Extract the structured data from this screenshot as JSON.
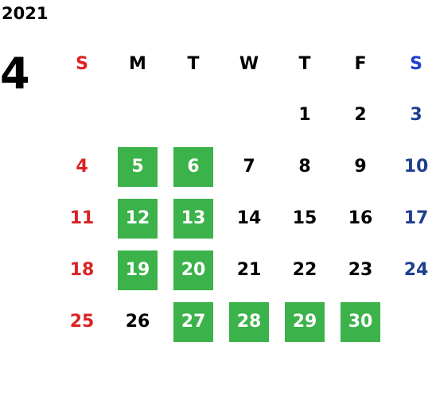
{
  "year": "2021",
  "month": "4",
  "weekdays": [
    "S",
    "M",
    "T",
    "W",
    "T",
    "F",
    "S"
  ],
  "weeks": [
    [
      {
        "label": "",
        "hl": false
      },
      {
        "label": "",
        "hl": false
      },
      {
        "label": "",
        "hl": false
      },
      {
        "label": "",
        "hl": false
      },
      {
        "label": "1",
        "hl": false
      },
      {
        "label": "2",
        "hl": false
      },
      {
        "label": "3",
        "hl": false
      }
    ],
    [
      {
        "label": "4",
        "hl": false
      },
      {
        "label": "5",
        "hl": true
      },
      {
        "label": "6",
        "hl": true
      },
      {
        "label": "7",
        "hl": false
      },
      {
        "label": "8",
        "hl": false
      },
      {
        "label": "9",
        "hl": false
      },
      {
        "label": "10",
        "hl": false
      }
    ],
    [
      {
        "label": "11",
        "hl": false
      },
      {
        "label": "12",
        "hl": true
      },
      {
        "label": "13",
        "hl": true
      },
      {
        "label": "14",
        "hl": false
      },
      {
        "label": "15",
        "hl": false
      },
      {
        "label": "16",
        "hl": false
      },
      {
        "label": "17",
        "hl": false
      }
    ],
    [
      {
        "label": "18",
        "hl": false
      },
      {
        "label": "19",
        "hl": true
      },
      {
        "label": "20",
        "hl": true
      },
      {
        "label": "21",
        "hl": false
      },
      {
        "label": "22",
        "hl": false
      },
      {
        "label": "23",
        "hl": false
      },
      {
        "label": "24",
        "hl": false
      }
    ],
    [
      {
        "label": "25",
        "hl": false
      },
      {
        "label": "26",
        "hl": false
      },
      {
        "label": "27",
        "hl": true
      },
      {
        "label": "28",
        "hl": true
      },
      {
        "label": "29",
        "hl": true
      },
      {
        "label": "30",
        "hl": true
      },
      {
        "label": "",
        "hl": false
      }
    ]
  ],
  "colors": {
    "highlight": "#3bb24a",
    "sunday": "#d82424",
    "saturday": "#1f3f8f",
    "weekday": "#000000"
  }
}
